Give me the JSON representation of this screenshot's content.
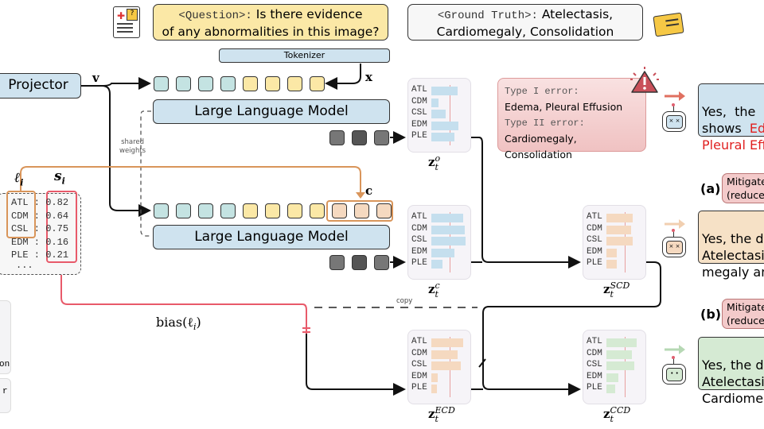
{
  "question": {
    "tag": "<Question>:",
    "text1": "Is there evidence",
    "text2": "of any abnormalities in this image?"
  },
  "ground_truth": {
    "tag": "<Ground Truth>:",
    "text1": "Atelectasis,",
    "text2": "Cardiomegaly, Consolidation"
  },
  "tokenizer": "Tokenizer",
  "projector": "Projector",
  "llm_label": "Large Language Model",
  "symbols": {
    "v": "v",
    "x": "x",
    "c": "c",
    "l_i": "ℓ",
    "s_i": "s",
    "i": "i",
    "bias": "bias(ℓ",
    "bias_end": ")",
    "z": "z",
    "t": "t"
  },
  "shared_weights": [
    "shared",
    "weights"
  ],
  "copy": "copy",
  "scores": [
    {
      "label": "ATL",
      "value": "0.82"
    },
    {
      "label": "CDM",
      "value": "0.64"
    },
    {
      "label": "CSL",
      "value": "0.75"
    },
    {
      "label": "EDM",
      "value": "0.16"
    },
    {
      "label": "PLE",
      "value": "0.21"
    }
  ],
  "ellipsis": "...",
  "errors": {
    "type1_label": "Type I error:",
    "type1": "Edema, Pleural Effusion",
    "type2_label": "Type II error:",
    "type2": "Cardiomegaly, Consolidation"
  },
  "answers": {
    "top": {
      "line1": "Yes,  the",
      "line2a": "shows  ",
      "line2b": "Ed",
      "line3": "Pleural Eff"
    },
    "mid": {
      "line1": "Yes, the d",
      "line2": "Atelectasi",
      "line3": "megaly and"
    },
    "bot": {
      "line1": "Yes, the d",
      "line2": "Atelectasi",
      "line3": "Cardiomeg"
    }
  },
  "mitigate": {
    "a_tag": "(a)",
    "a1": "Mitigate",
    "a2": "(reduce",
    "b_tag": "(b)",
    "b1": "Mitigate",
    "b2": "(reduce"
  },
  "left_cut": {
    "t1": "on",
    "t2": "r"
  },
  "colors": {
    "blue": "#cfe3ef",
    "yellow": "#fbe8a6",
    "teal": "#c4e3e2",
    "orange": "#f5d9c0",
    "green": "#d5ead3",
    "red": "#e85a6a",
    "orange_line": "#d9955a"
  },
  "panels": [
    {
      "id": "o",
      "sup": "o",
      "color": "#c5dfee",
      "values": [
        0.75,
        0.2,
        0.4,
        0.78,
        0.65
      ]
    },
    {
      "id": "c",
      "sup": "c",
      "color": "#c5dfee",
      "values": [
        0.92,
        0.95,
        0.97,
        0.65,
        0.32
      ]
    },
    {
      "id": "SCD",
      "sup": "SCD",
      "color": "#f5d9c0",
      "values": [
        0.75,
        0.7,
        0.75,
        0.3,
        0.3
      ]
    },
    {
      "id": "ECD",
      "sup": "ECD",
      "color": "#f5d9c0",
      "values": [
        0.9,
        0.76,
        0.85,
        0.18,
        0.15
      ]
    },
    {
      "id": "CCD",
      "sup": "CCD",
      "color": "#d5ead3",
      "values": [
        0.87,
        0.72,
        0.8,
        0.33,
        0.25
      ]
    }
  ]
}
